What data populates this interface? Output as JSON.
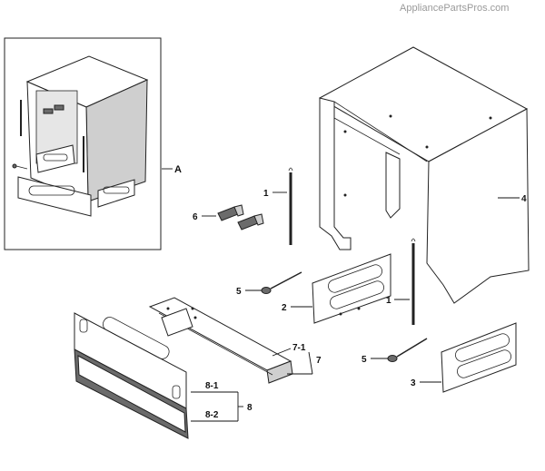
{
  "watermark": "AppliancePartsPros.com",
  "callouts": {
    "a": "A",
    "p1_top": "1",
    "p1_bottom": "1",
    "p2": "2",
    "p3": "3",
    "p4": "4",
    "p5_top": "5",
    "p5_bottom": "5",
    "p6": "6",
    "p7": "7",
    "p7_1": "7-1",
    "p8": "8",
    "p8_1": "8-1",
    "p8_2": "8-2"
  }
}
